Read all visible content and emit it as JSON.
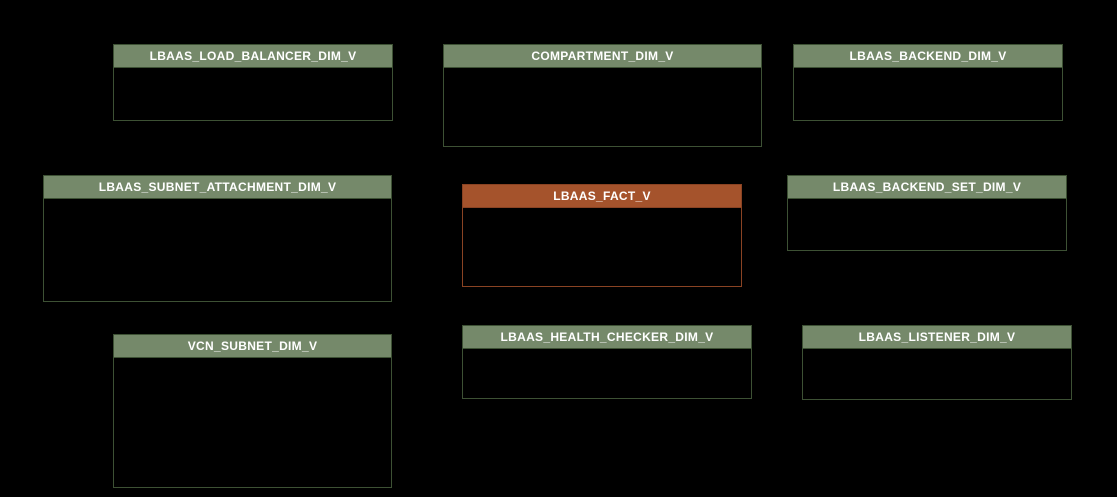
{
  "diagram": {
    "type": "er-schema-diagram",
    "background_color": "#000000",
    "colors": {
      "dimension_header": "#75896a",
      "dimension_border": "#3d5134",
      "fact_header": "#a5532c",
      "fact_border": "#8a4323",
      "title_text": "#ffffff"
    },
    "entities": [
      {
        "name": "LBAAS_LOAD_BALANCER_DIM_V",
        "kind": "dimension"
      },
      {
        "name": "COMPARTMENT_DIM_V",
        "kind": "dimension"
      },
      {
        "name": "LBAAS_BACKEND_DIM_V",
        "kind": "dimension"
      },
      {
        "name": "LBAAS_SUBNET_ATTACHMENT_DIM_V",
        "kind": "dimension"
      },
      {
        "name": "LBAAS_FACT_V",
        "kind": "fact"
      },
      {
        "name": "LBAAS_BACKEND_SET_DIM_V",
        "kind": "dimension"
      },
      {
        "name": "VCN_SUBNET_DIM_V",
        "kind": "dimension"
      },
      {
        "name": "LBAAS_HEALTH_CHECKER_DIM_V",
        "kind": "dimension"
      },
      {
        "name": "LBAAS_LISTENER_DIM_V",
        "kind": "dimension"
      }
    ]
  }
}
